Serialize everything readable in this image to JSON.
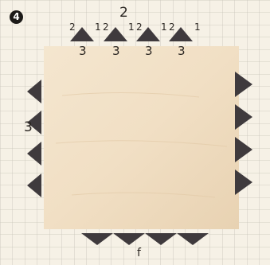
{
  "step_badge": "4",
  "labels": {
    "top": "2",
    "left": "3",
    "bottom": "f"
  },
  "top_marks": [
    "2",
    "1",
    "2",
    "1",
    "2",
    "1",
    "2",
    "1"
  ],
  "top_counts": [
    "3",
    "3",
    "3",
    "3"
  ],
  "colors": {
    "wood": "#efdcc0",
    "grid_paper": "#f6f1e6",
    "grid_line": "#c7c2b8",
    "triangle": "#3f3a3d",
    "ink": "#2b2622"
  }
}
